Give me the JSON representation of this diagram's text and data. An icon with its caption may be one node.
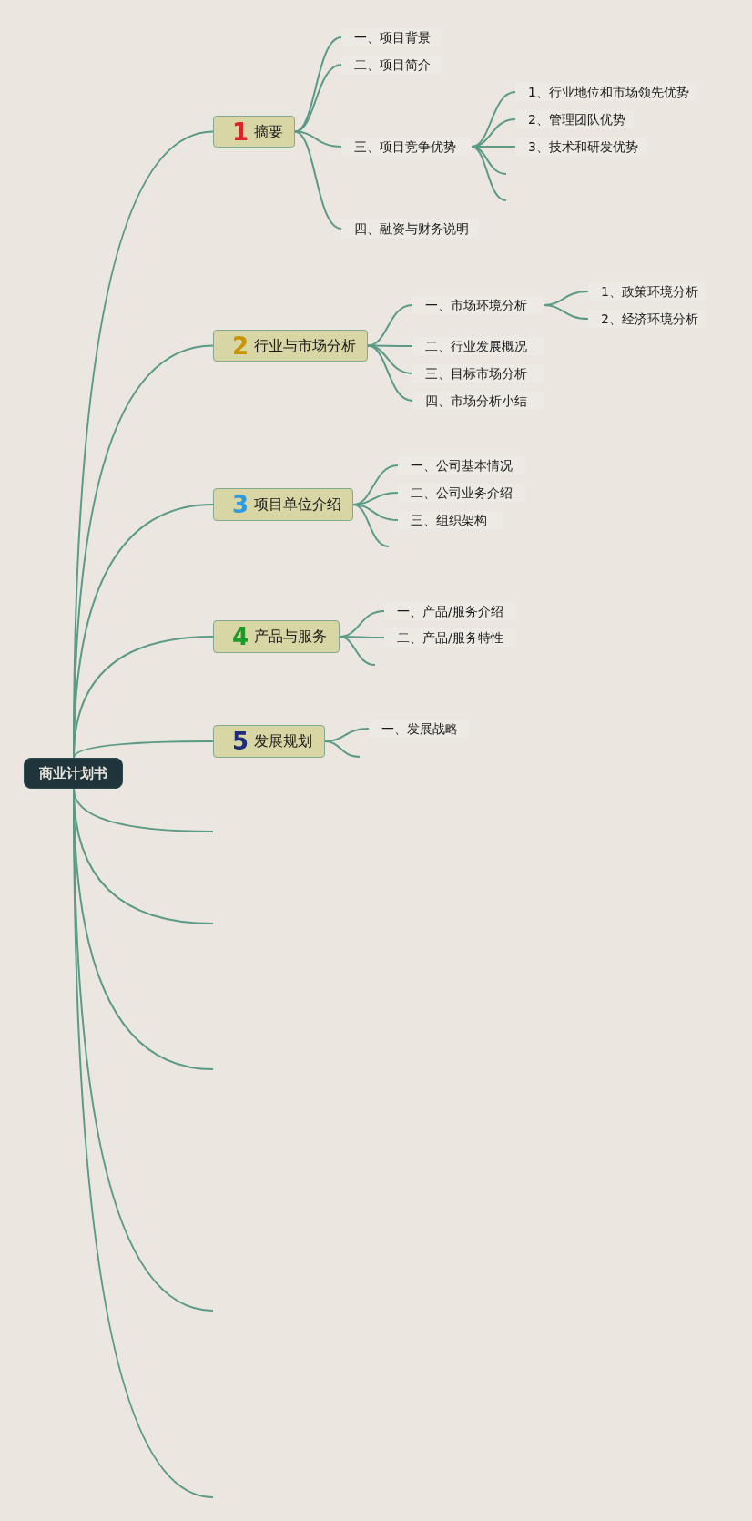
{
  "diagram": {
    "nodes": [
      {
        "text": [
          "商业计划书"
        ]
      },
      {
        "text": [
          "1",
          "摘要"
        ]
      },
      {
        "text": [
          "一、项目背景"
        ]
      },
      {
        "text": [
          "二、项目简介"
        ]
      },
      {
        "text": [
          "三、项目竞争优势"
        ]
      },
      {
        "text": [
          "1、行业地位和市场领先优势"
        ]
      },
      {
        "text": [
          "2、管理团队优势"
        ]
      },
      {
        "text": [
          "3、技术和研发优势"
        ]
      },
      {
        "text": [
          "四、融资与财务说明"
        ]
      },
      {
        "text": [
          "2",
          "行业与市场分析"
        ]
      },
      {
        "text": [
          "一、市场环境分析"
        ]
      },
      {
        "text": [
          "1、政策环境分析"
        ]
      },
      {
        "text": [
          "2、经济环境分析"
        ]
      },
      {
        "text": [
          "二、行业发展概况"
        ]
      },
      {
        "text": [
          "三、目标市场分析"
        ]
      },
      {
        "text": [
          "四、市场分析小结"
        ]
      },
      {
        "text": [
          "3",
          "项目单位介绍"
        ]
      },
      {
        "text": [
          "一、公司基本情况"
        ]
      },
      {
        "text": [
          "二、公司业务介绍"
        ]
      },
      {
        "text": [
          "三、组织架构"
        ]
      },
      {
        "text": [
          "4",
          "产品与服务"
        ]
      },
      {
        "text": [
          "一、产品/服务介绍"
        ]
      },
      {
        "text": [
          "二、产品/服务特性"
        ]
      },
      {
        "text": [
          "5",
          "发展规划"
        ]
      },
      {
        "text": [
          "一、发展战略"
        ]
      }
    ],
    "edges": [
      {
        "from": 0,
        "to": 1,
        "arrow": "none"
      },
      {
        "from": 1,
        "to": 2,
        "arrow": "none"
      },
      {
        "from": 1,
        "to": 3,
        "arrow": "none"
      },
      {
        "from": 1,
        "to": 4,
        "arrow": "none"
      },
      {
        "from": 4,
        "to": 5,
        "arrow": "none"
      },
      {
        "from": 4,
        "to": 6,
        "arrow": "none"
      },
      {
        "from": 4,
        "to": 7,
        "arrow": "none"
      },
      {
        "from": 4,
        "to": null,
        "arrow": "none"
      },
      {
        "from": 4,
        "to": null,
        "arrow": "none"
      },
      {
        "from": 1,
        "to": 8,
        "arrow": "none"
      },
      {
        "from": 0,
        "to": 9,
        "arrow": "none"
      },
      {
        "from": 9,
        "to": 10,
        "arrow": "none"
      },
      {
        "from": 10,
        "to": 11,
        "arrow": "none"
      },
      {
        "from": 10,
        "to": 12,
        "arrow": "none"
      },
      {
        "from": 9,
        "to": 13,
        "arrow": "none"
      },
      {
        "from": 9,
        "to": 14,
        "arrow": "none"
      },
      {
        "from": 9,
        "to": 15,
        "arrow": "none"
      },
      {
        "from": 0,
        "to": 16,
        "arrow": "none"
      },
      {
        "from": 16,
        "to": 17,
        "arrow": "none"
      },
      {
        "from": 16,
        "to": 18,
        "arrow": "none"
      },
      {
        "from": 16,
        "to": 19,
        "arrow": "none"
      },
      {
        "from": 16,
        "to": null,
        "arrow": "none"
      },
      {
        "from": 0,
        "to": 20,
        "arrow": "none"
      },
      {
        "from": 20,
        "to": 21,
        "arrow": "none"
      },
      {
        "from": 20,
        "to": 22,
        "arrow": "none"
      },
      {
        "from": 20,
        "to": null,
        "arrow": "none"
      },
      {
        "from": 0,
        "to": 23,
        "arrow": "none"
      },
      {
        "from": 23,
        "to": 24,
        "arrow": "none"
      },
      {
        "from": 23,
        "to": null,
        "arrow": "none"
      },
      {
        "from": 0,
        "to": null,
        "arrow": "none"
      },
      {
        "from": 0,
        "to": null,
        "arrow": "none"
      },
      {
        "from": 0,
        "to": null,
        "arrow": "none"
      },
      {
        "from": 0,
        "to": null,
        "arrow": "none"
      },
      {
        "from": 0,
        "to": null,
        "arrow": "none"
      }
    ]
  }
}
